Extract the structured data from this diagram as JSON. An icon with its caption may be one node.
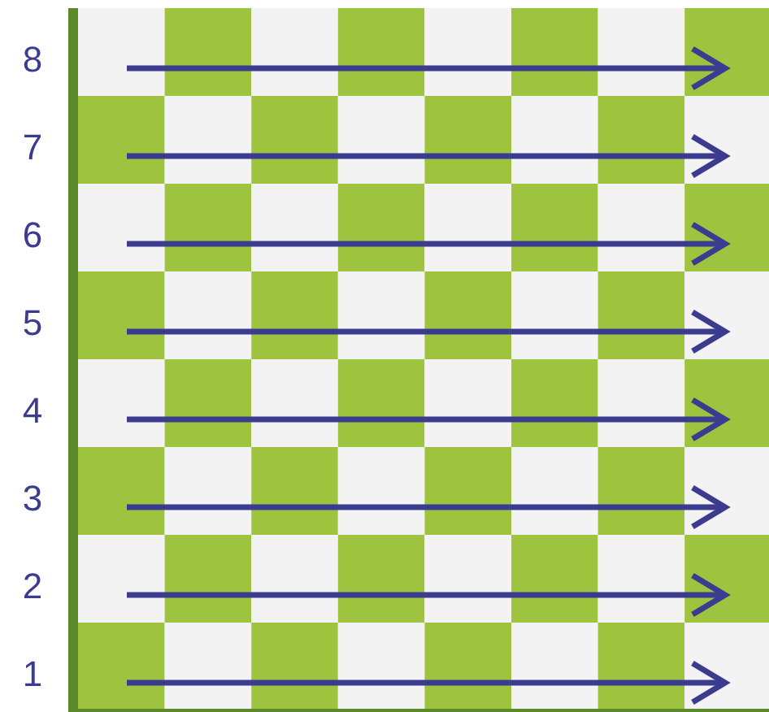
{
  "diagram": {
    "labels": [
      "8",
      "7",
      "6",
      "5",
      "4",
      "3",
      "2",
      "1"
    ]
  }
}
